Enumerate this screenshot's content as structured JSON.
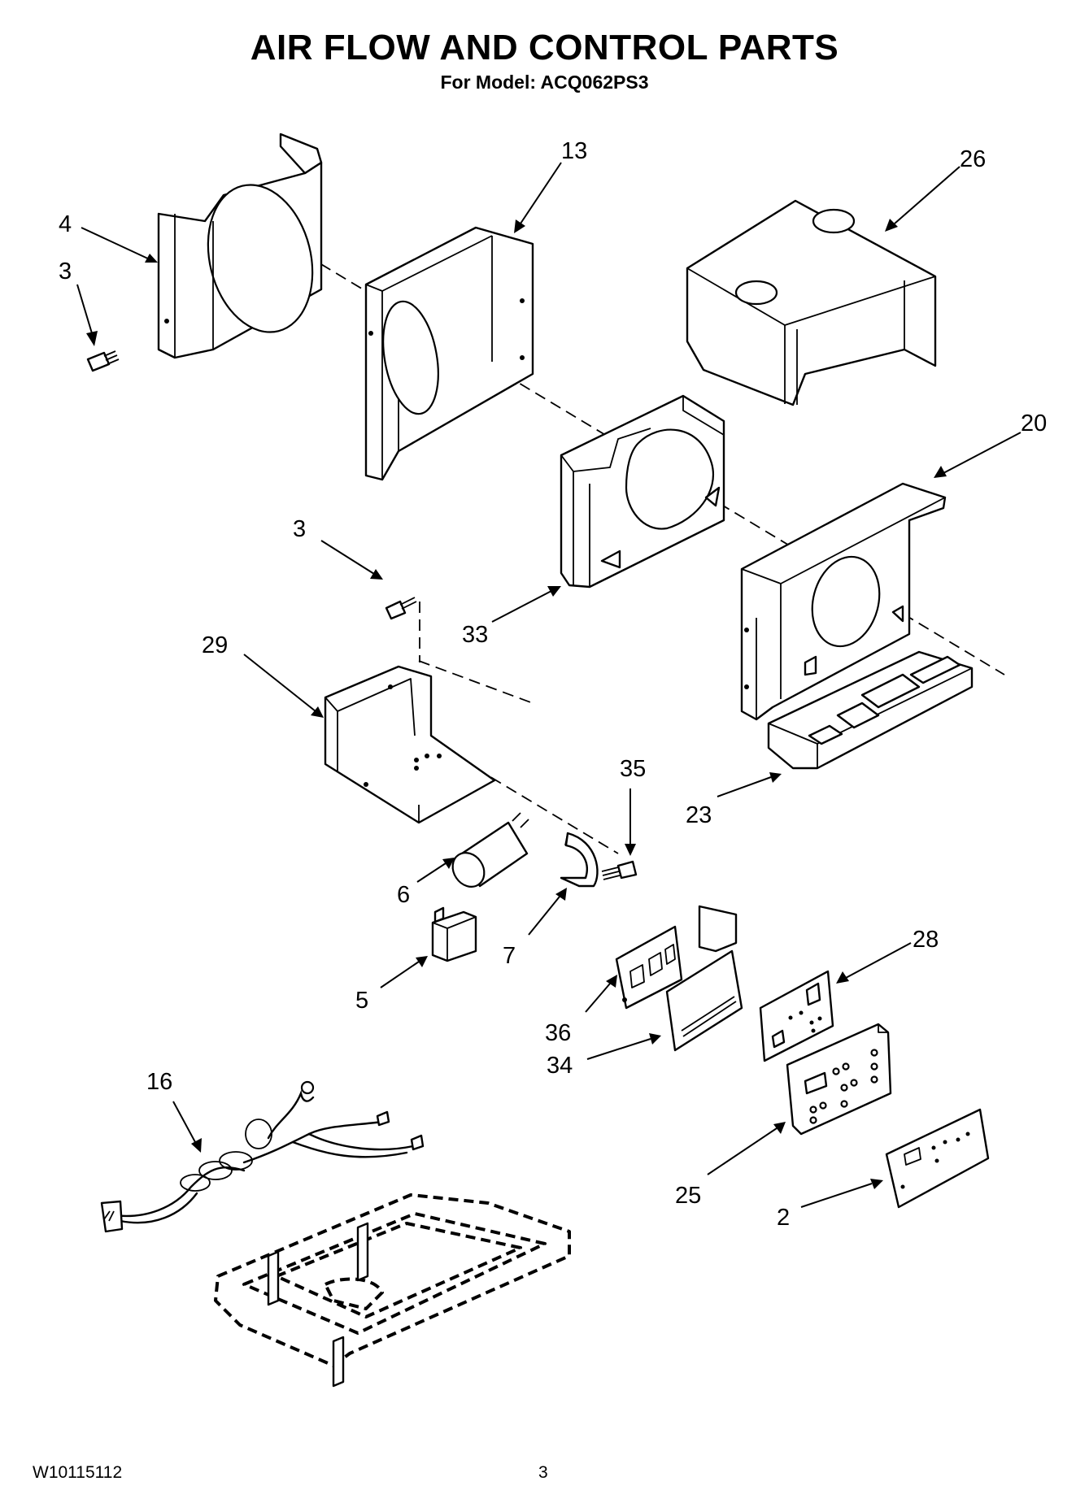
{
  "title": "AIR FLOW AND CONTROL PARTS",
  "subtitle": "For Model: ACQ062PS3",
  "footer": {
    "document_number": "W10115112",
    "page_number": "3"
  },
  "callouts": {
    "c4": "4",
    "c3a": "3",
    "c13": "13",
    "c26": "26",
    "c20": "20",
    "c33": "33",
    "c3b": "3",
    "c29": "29",
    "c35": "35",
    "c23": "23",
    "c6": "6",
    "c7": "7",
    "c5": "5",
    "c28": "28",
    "c36": "36",
    "c34": "34",
    "c16": "16",
    "c25": "25",
    "c2": "2"
  }
}
